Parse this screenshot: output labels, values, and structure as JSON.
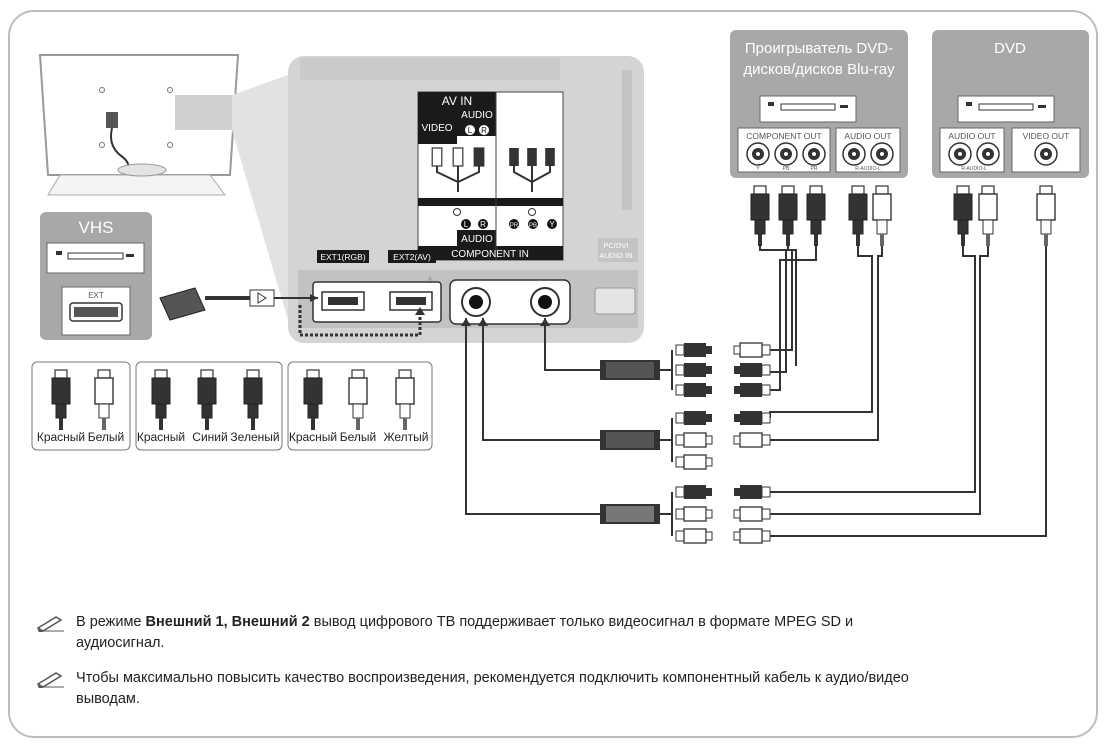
{
  "devices": {
    "vhs": {
      "title": "VHS",
      "port": "EXT"
    },
    "bluray": {
      "title": "Проигрыватель DVD-дисков/дисков Blu-ray",
      "title_line1": "Проигрыватель DVD-",
      "title_line2": "дисков/дисков Blu-ray",
      "component_out": "COMPONENT OUT",
      "audio_out": "AUDIO OUT",
      "comp_labels": [
        "Y",
        "PB",
        "PR"
      ],
      "audio_label": "R-AUDIO-L"
    },
    "dvd": {
      "title": "DVD",
      "audio_out": "AUDIO OUT",
      "video_out": "VIDEO OUT",
      "audio_label": "R-AUDIO-L"
    }
  },
  "tv_panel": {
    "av_in": "AV IN",
    "audio": "AUDIO",
    "video": "VIDEO",
    "audio_bottom": "AUDIO",
    "component_in": "COMPONENT IN",
    "ext1": "EXT1(RGB)",
    "ext2": "EXT2(AV)",
    "pc_dvi": "PC/DVI",
    "audio_in": "AUDIO IN"
  },
  "legend": {
    "group1": [
      "Красный",
      "Белый"
    ],
    "group2": [
      "Красный",
      "Синий",
      "Зеленый"
    ],
    "group3": [
      "Красный",
      "Белый",
      "Желтый"
    ]
  },
  "notes": {
    "n1_pre": "В режиме ",
    "n1_bold": "Внешний 1, Внешний 2",
    "n1_post": " вывод цифрового ТВ поддерживает только видеосигнал в формате MPEG SD и",
    "n1_line2": "аудиосигнал.",
    "n2_line1": "Чтобы максимально повысить качество воспроизведения, рекомендуется подключить компонентный кабель к аудио/видео",
    "n2_line2": "выводам."
  },
  "colors": {
    "panel_gray": "#c8c8c8",
    "box_gray": "#a7a7a7",
    "line": "#333333",
    "red_plug": "#2b2b2b",
    "white_plug": "#ffffff"
  }
}
